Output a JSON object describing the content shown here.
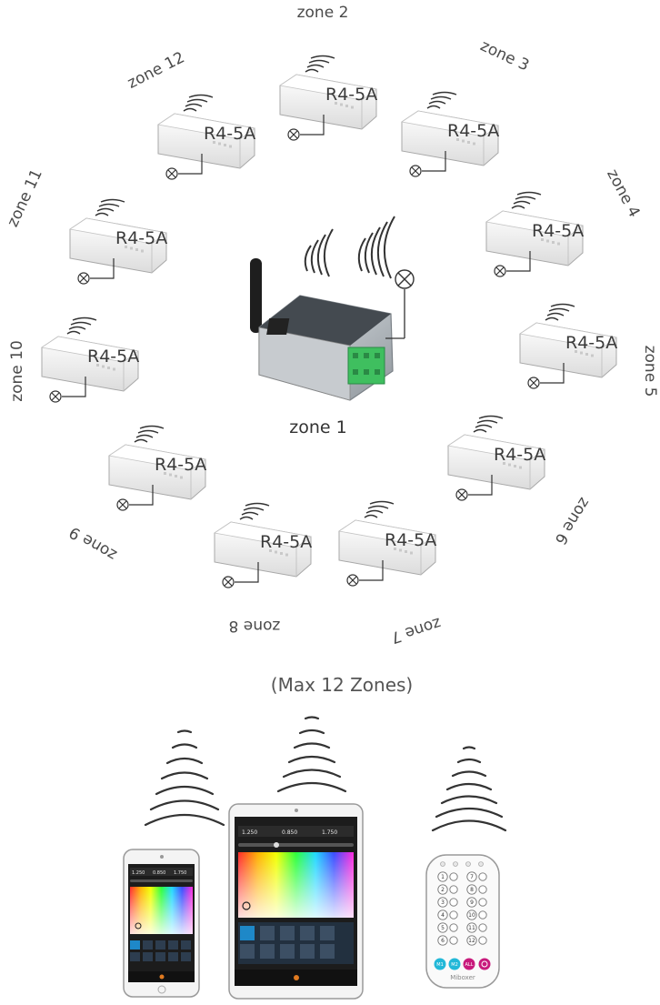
{
  "hub": {
    "label": "zone 1"
  },
  "caption": "(Max 12 Zones)",
  "receivers": [
    {
      "zone": "zone 2",
      "model": "R4-5A"
    },
    {
      "zone": "zone 3",
      "model": "R4-5A"
    },
    {
      "zone": "zone 4",
      "model": "R4-5A"
    },
    {
      "zone": "zone 5",
      "model": "R4-5A"
    },
    {
      "zone": "zone 6",
      "model": "R4-5A"
    },
    {
      "zone": "zone 7",
      "model": "R4-5A"
    },
    {
      "zone": "zone 8",
      "model": "R4-5A"
    },
    {
      "zone": "zone 9",
      "model": "R4-5A"
    },
    {
      "zone": "zone 10",
      "model": "R4-5A"
    },
    {
      "zone": "zone 11",
      "model": "R4-5A"
    },
    {
      "zone": "zone 12",
      "model": "R4-5A"
    }
  ],
  "controllers": {
    "phone": {
      "values": [
        "1.250",
        "0.850",
        "1.750"
      ]
    },
    "tablet": {
      "values": [
        "1.250",
        "0.850",
        "1.750"
      ]
    },
    "remote": {
      "brand_text": "Miboxer",
      "rows": [
        [
          "1",
          "7"
        ],
        [
          "2",
          "8"
        ],
        [
          "3",
          "9"
        ],
        [
          "4",
          "10"
        ],
        [
          "5",
          "11"
        ],
        [
          "6",
          "12"
        ]
      ],
      "bottom_buttons": [
        "M1",
        "M2",
        "ALL"
      ],
      "accent_colors": {
        "cyan": "#22b8d8",
        "magenta": "#c81a7c"
      }
    }
  },
  "colors": {
    "line": "#333333",
    "device_body": "#f2f2f2",
    "terminal_green": "#3fbf5f"
  }
}
